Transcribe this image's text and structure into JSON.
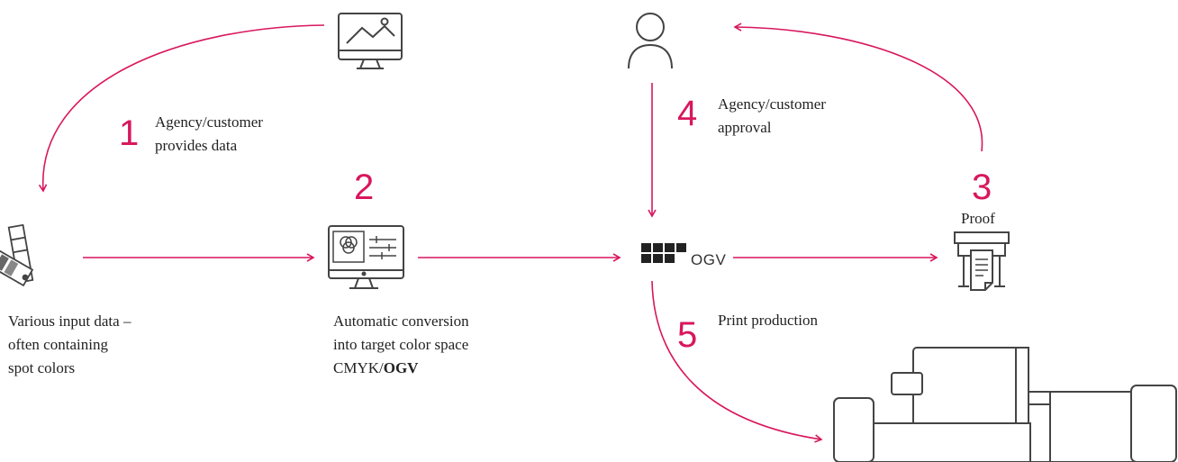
{
  "steps": [
    {
      "number": "1",
      "line1": "Agency/customer",
      "line2": "provides data"
    },
    {
      "number": "2"
    },
    {
      "number": "3",
      "label": "Proof"
    },
    {
      "number": "4",
      "line1": "Agency/customer",
      "line2": "approval"
    },
    {
      "number": "5",
      "line1": "Print production"
    }
  ],
  "captions": {
    "input_data": [
      "Various input data –",
      "often containing",
      "spot colors"
    ],
    "conversion": [
      "Automatic conversion",
      "into target color space"
    ],
    "conversion_prefix": "CMYK/",
    "conversion_bold": "OGV"
  },
  "ogv_label": "OGV",
  "icons": [
    "monitor-image-icon",
    "person-icon",
    "color-swatch-fan-icon",
    "color-management-monitor-icon",
    "ogv-logo-icon",
    "proof-printer-icon",
    "printing-press-icon"
  ],
  "colors": {
    "accent": "#d8175d",
    "icon_stroke": "#444444",
    "text": "#222222"
  }
}
